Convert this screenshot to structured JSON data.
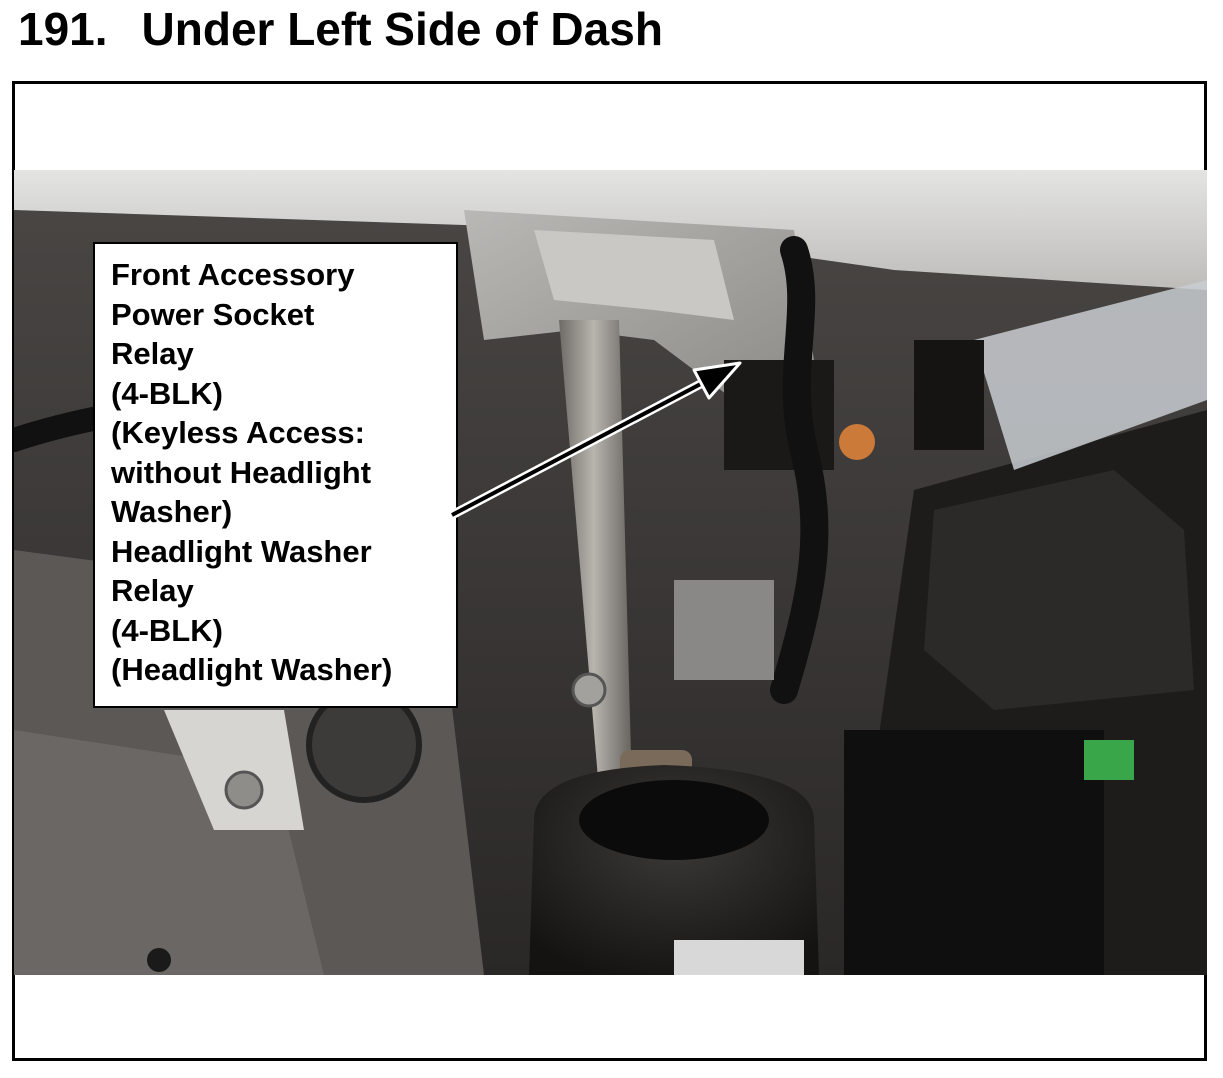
{
  "title": {
    "number": "191.",
    "text": "Under Left Side of Dash"
  },
  "callout": {
    "lines": [
      "Front Accessory",
      "Power Socket",
      "Relay",
      "(4-BLK)",
      "(Keyless Access:",
      "without Headlight",
      "Washer)",
      "Headlight Washer",
      "Relay",
      "(4-BLK)",
      "(Headlight Washer)"
    ]
  },
  "colors": {
    "arrow": "#000000",
    "frame": "#000000",
    "dash_panel": "#d9d9d8",
    "relay_connector": "#cc7a3a",
    "green_connector": "#3aa64a"
  }
}
